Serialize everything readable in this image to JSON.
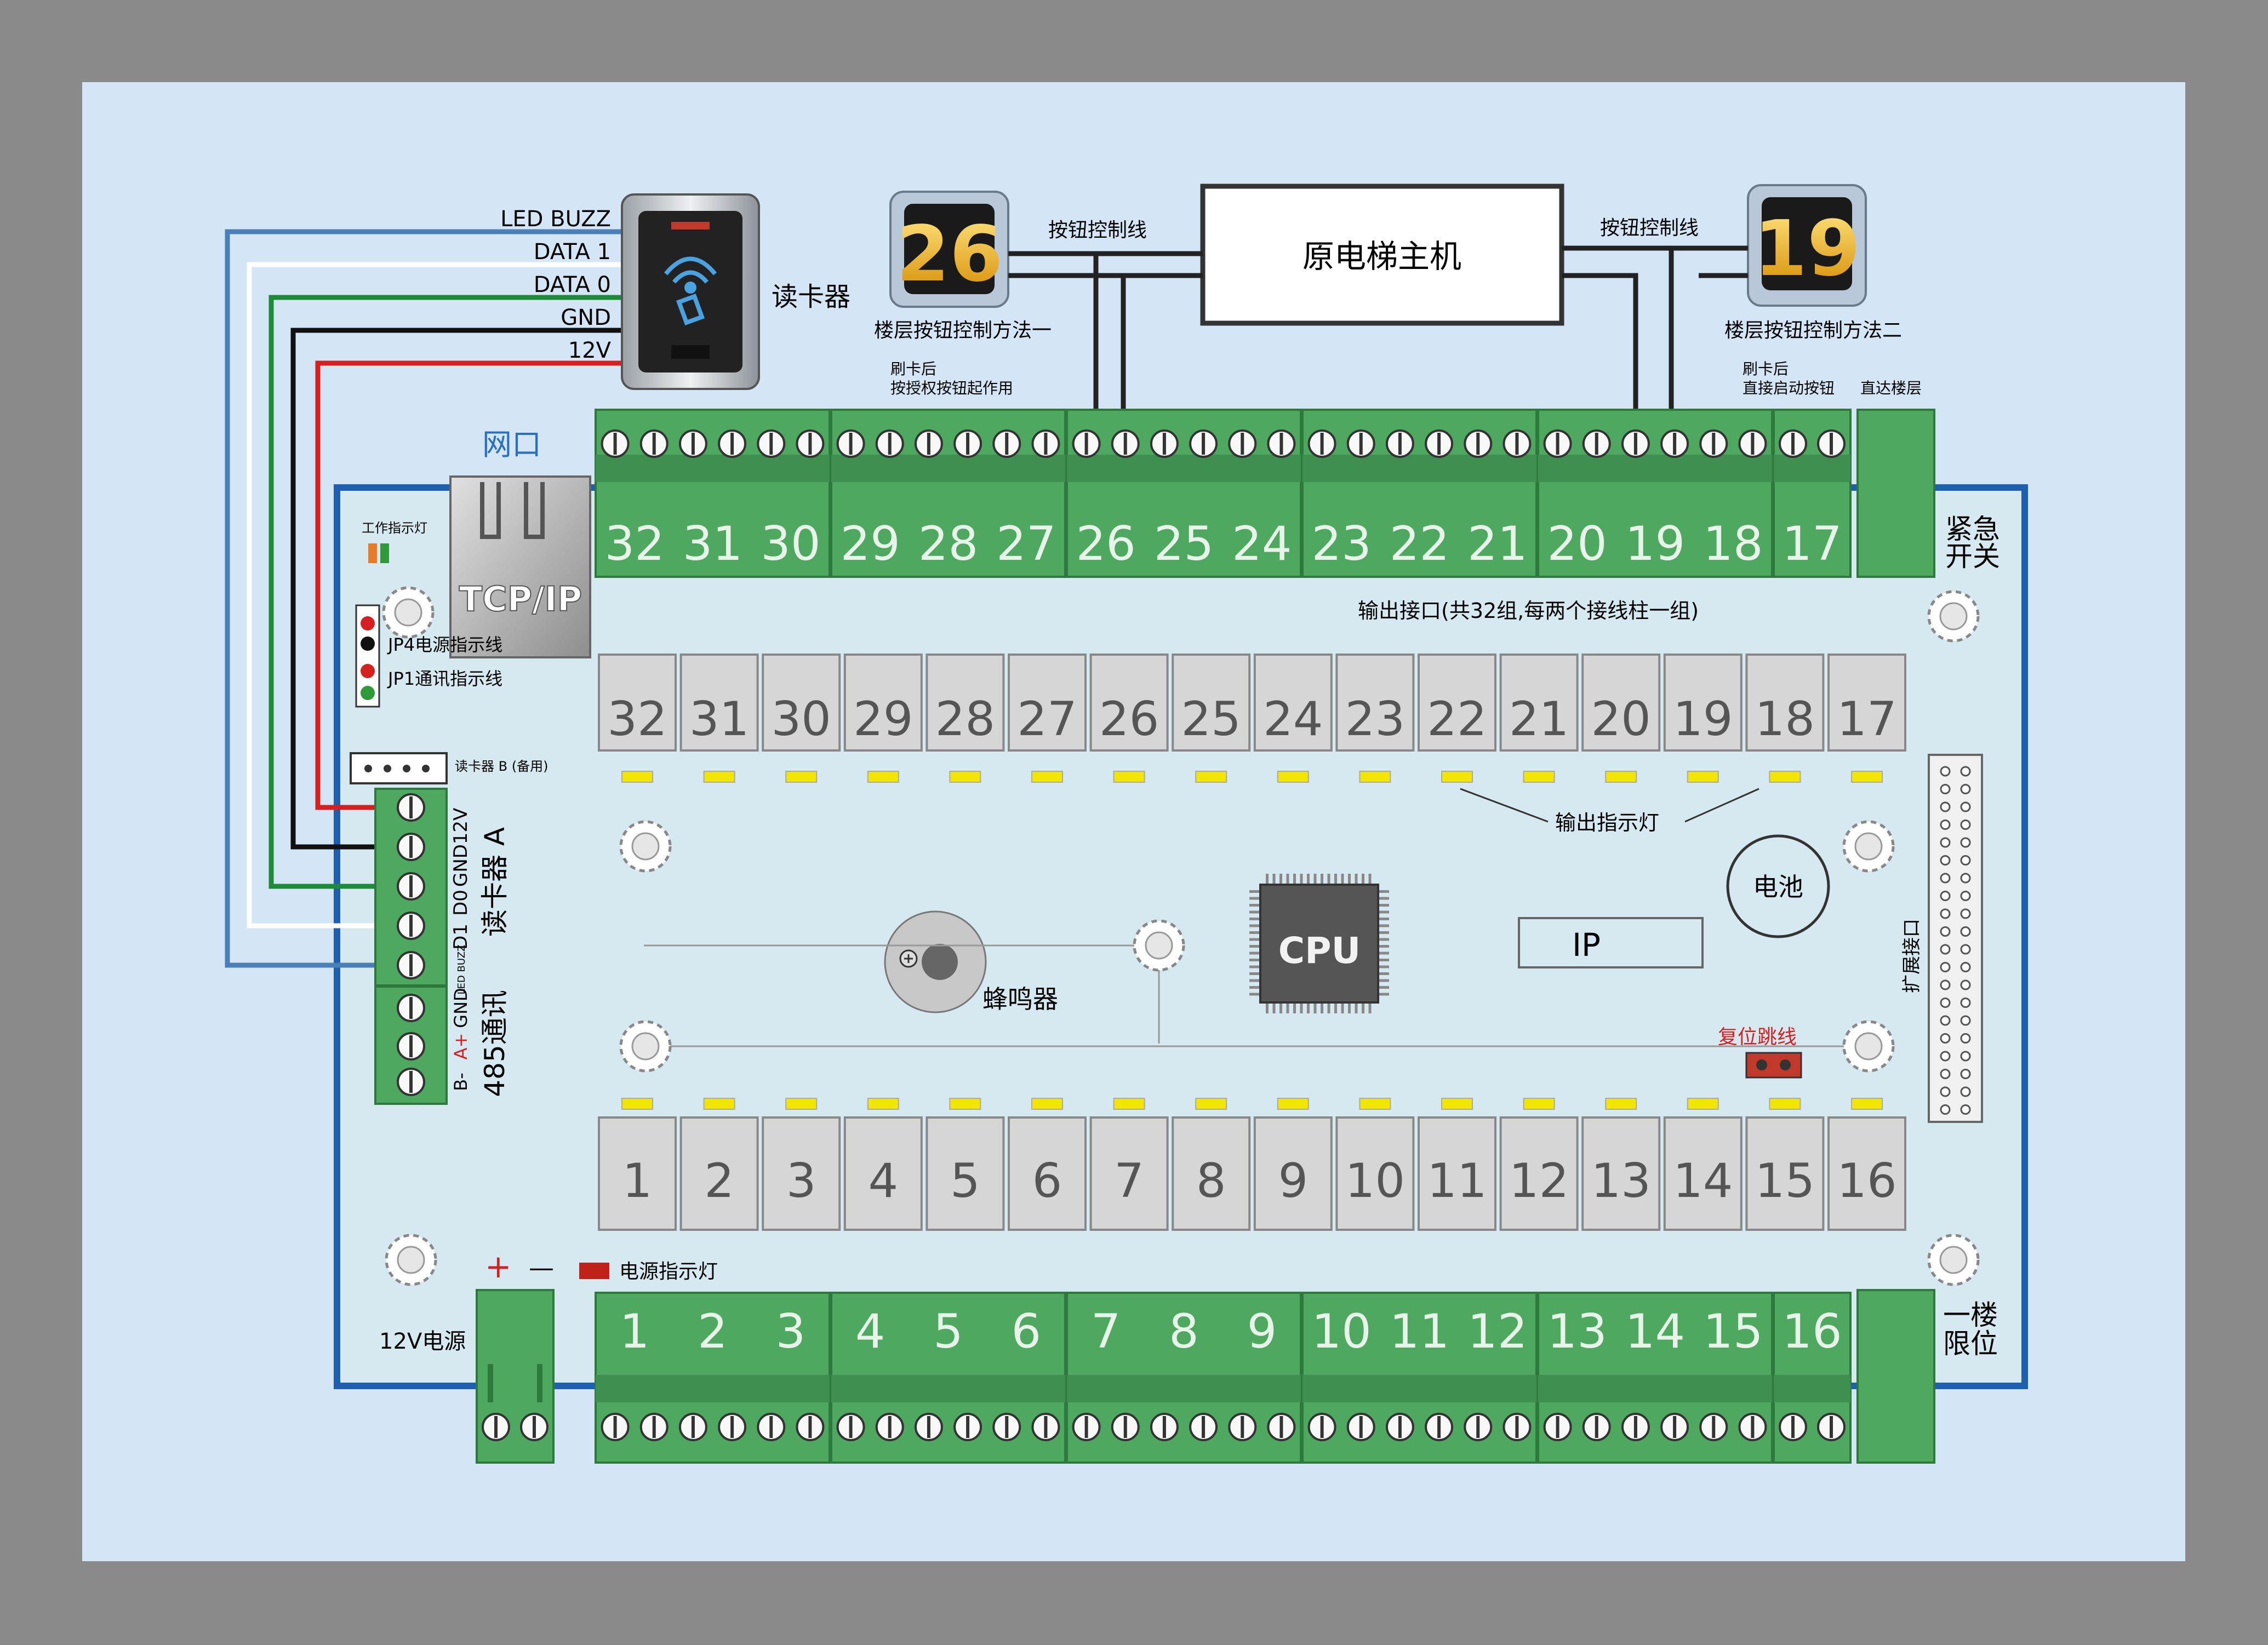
{
  "reader": {
    "pins": [
      "LED BUZZ",
      "DATA 1",
      "DATA 0",
      "GND",
      "12V"
    ],
    "label": "读卡器"
  },
  "network": {
    "label": "网口",
    "jack_text": "TCP/IP"
  },
  "floor_buttons": {
    "button_a": {
      "number": "26",
      "caption": "楼层按钮控制方法一",
      "note_line1": "刷卡后",
      "note_line2": "按授权按钮起作用"
    },
    "button_b": {
      "number": "19",
      "caption": "楼层按钮控制方法二",
      "note_line1": "刷卡后",
      "note_line2": "直接启动按钮",
      "note_extra": "直达楼层"
    },
    "wire_label_left": "按钮控制线",
    "wire_label_right": "按钮控制线"
  },
  "elevator": {
    "label": "原电梯主机"
  },
  "board": {
    "work_led": "工作指示灯",
    "jp4": "JP4电源指示线",
    "jp1": "JP1通讯指示线",
    "reader_b": "读卡器 B (备用)",
    "reader_a_pins": [
      "12V",
      "GND",
      "D0",
      "D1",
      "LED BUZZ"
    ],
    "reader_a_label": "读卡器 A",
    "rs485_pins": [
      "GND",
      "A+",
      "B-"
    ],
    "rs485_label": "485通讯",
    "output_title": "输出接口(共32组,每两个接线柱一组)",
    "output_led_label": "输出指示灯",
    "battery": "电池",
    "cpu": "CPU",
    "ip": "IP",
    "buzzer": "蜂鸣器",
    "reset_jumper": "复位跳线",
    "expansion": "扩展接口",
    "power_plus": "+",
    "power_minus": "—",
    "power_led": "电源指示灯",
    "power_label": "12V电源",
    "emergency_line1": "紧急",
    "emergency_line2": "开关",
    "limit_line1": "一楼",
    "limit_line2": "限位",
    "top_terminal_numbers": [
      "32",
      "31",
      "30",
      "29",
      "28",
      "27",
      "26",
      "25",
      "24",
      "23",
      "22",
      "21",
      "20",
      "19",
      "18",
      "17"
    ],
    "bottom_terminal_numbers": [
      "1",
      "2",
      "3",
      "4",
      "5",
      "6",
      "7",
      "8",
      "9",
      "10",
      "11",
      "12",
      "13",
      "14",
      "15",
      "16"
    ],
    "top_relays": [
      "32",
      "31",
      "30",
      "29",
      "28",
      "27",
      "26",
      "25",
      "24",
      "23",
      "22",
      "21",
      "20",
      "19",
      "18",
      "17"
    ],
    "bottom_relays": [
      "1",
      "2",
      "3",
      "4",
      "5",
      "6",
      "7",
      "8",
      "9",
      "10",
      "11",
      "12",
      "13",
      "14",
      "15",
      "16"
    ]
  },
  "colors": {
    "background": "#8a8a8a",
    "panel": "#d4e6f6",
    "board": "#d6e8f0",
    "board_border": "#1f5fb0",
    "terminal_green": "#4fa860",
    "relay_gray": "#d6d6d6",
    "led_yellow": "#f2e600",
    "wire_red": "#d42020",
    "wire_green": "#1f8a3a",
    "wire_blue": "#4a7fb8"
  }
}
